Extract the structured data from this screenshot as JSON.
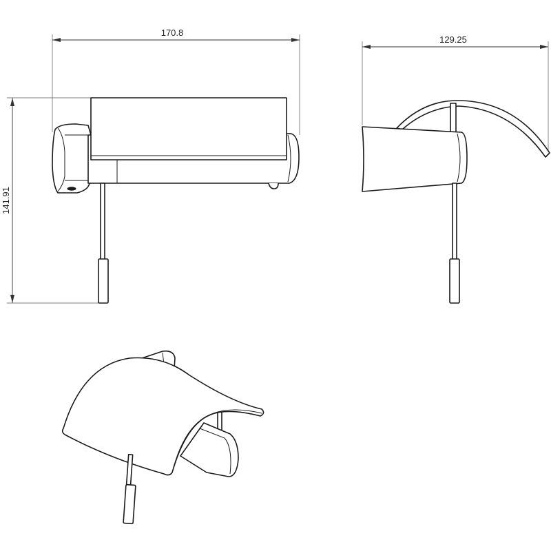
{
  "colors": {
    "background": "#ffffff",
    "line": "#1a1a1a",
    "dimension": "#333333"
  },
  "dimensions": {
    "front_width": "170.8",
    "front_height": "141.91",
    "side_width": "129.25"
  }
}
